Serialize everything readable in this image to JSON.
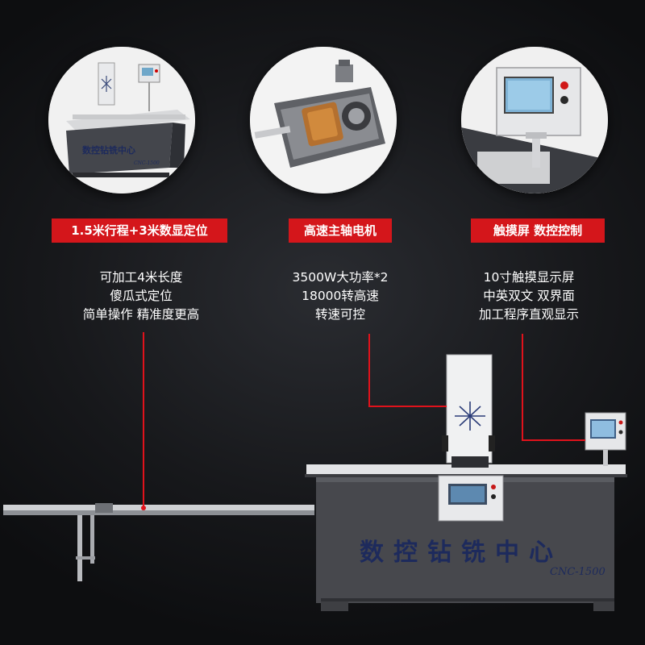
{
  "features": [
    {
      "badge": "1.5米行程+3米数显定位",
      "lines": [
        "可加工4米长度",
        "傻瓜式定位",
        "简单操作 精准度更高"
      ],
      "image": "cnc-machine-overview-photo"
    },
    {
      "badge": "高速主轴电机",
      "lines": [
        "3500W大功率*2",
        "18000转高速",
        "转速可控"
      ],
      "image": "spindle-motor-cutaway-photo"
    },
    {
      "badge": "触摸屏 数控控制",
      "lines": [
        "10寸触摸显示屏",
        "中英双文 双界面",
        "加工程序直观显示"
      ],
      "image": "touch-screen-control-box-photo"
    }
  ],
  "machine": {
    "front_title": "数控钻铣中心",
    "model": "CNC-1500"
  },
  "colors": {
    "accent_red": "#d4161b",
    "callout_line": "#e0121b",
    "background": "#17181b",
    "text": "#ffffff"
  }
}
